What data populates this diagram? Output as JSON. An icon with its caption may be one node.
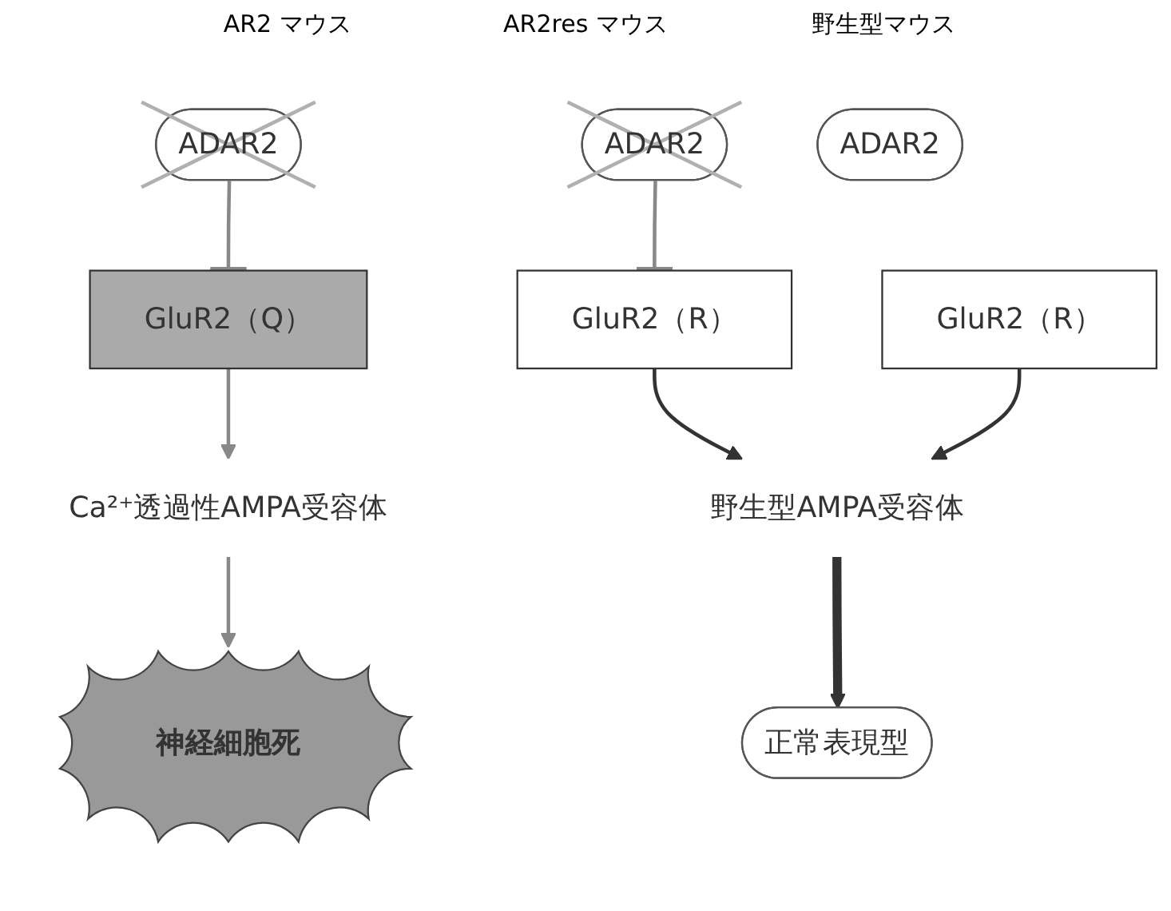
{
  "diagram": {
    "nodes": [
      {
        "text": [
          "ADAR2"
        ]
      },
      {
        "text": [
          "ADAR2"
        ]
      },
      {
        "text": [
          "ADAR2"
        ]
      },
      {
        "text": [
          "GluR2（Q）"
        ]
      },
      {
        "text": [
          "GluR2（R）"
        ]
      },
      {
        "text": [
          "GluR2（R）"
        ]
      },
      {
        "text": [
          "Ca²⁺透過性AMPA受容体"
        ]
      },
      {
        "text": [
          "野生型AMPA受容体"
        ]
      },
      {
        "text": [
          "神経細胞死"
        ]
      },
      {
        "text": [
          "正常表現型"
        ]
      }
    ],
    "edges": [
      {
        "from": 0,
        "to": 3,
        "arrow": "other",
        "color": "#888888"
      },
      {
        "from": 1,
        "to": 4,
        "arrow": "other",
        "color": "#888888"
      },
      {
        "from": 3,
        "to": 6,
        "arrow": "to",
        "color": "#888888"
      },
      {
        "from": 6,
        "to": 8,
        "arrow": "to",
        "color": "#888888"
      },
      {
        "from": 4,
        "to": 7,
        "arrow": "to"
      },
      {
        "from": 5,
        "to": 7,
        "arrow": "to"
      },
      {
        "from": 7,
        "to": 9,
        "arrow": "to",
        "style": "thick"
      }
    ],
    "labels": [
      "AR2 マウス",
      "AR2res マウス",
      "野生型マウス"
    ]
  }
}
